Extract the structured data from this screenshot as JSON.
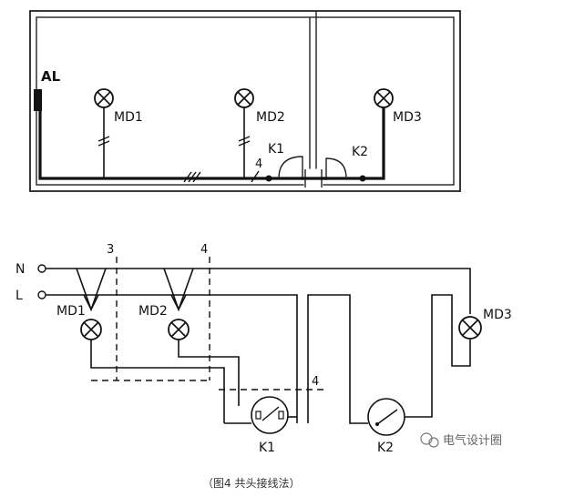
{
  "plan": {
    "panel_label": "AL",
    "lamps": [
      "MD1",
      "MD2",
      "MD3"
    ],
    "switches": [
      "K1",
      "K2"
    ],
    "wire_count_mark": "4"
  },
  "schematic": {
    "terminals": [
      "N",
      "L"
    ],
    "lamps": [
      "MD1",
      "MD2",
      "MD3"
    ],
    "junction_marks": [
      "3",
      "4",
      "4"
    ],
    "switches": [
      "K1",
      "K2"
    ]
  },
  "watermark": "电气设计圈",
  "caption": "（图4 共头接线法）"
}
